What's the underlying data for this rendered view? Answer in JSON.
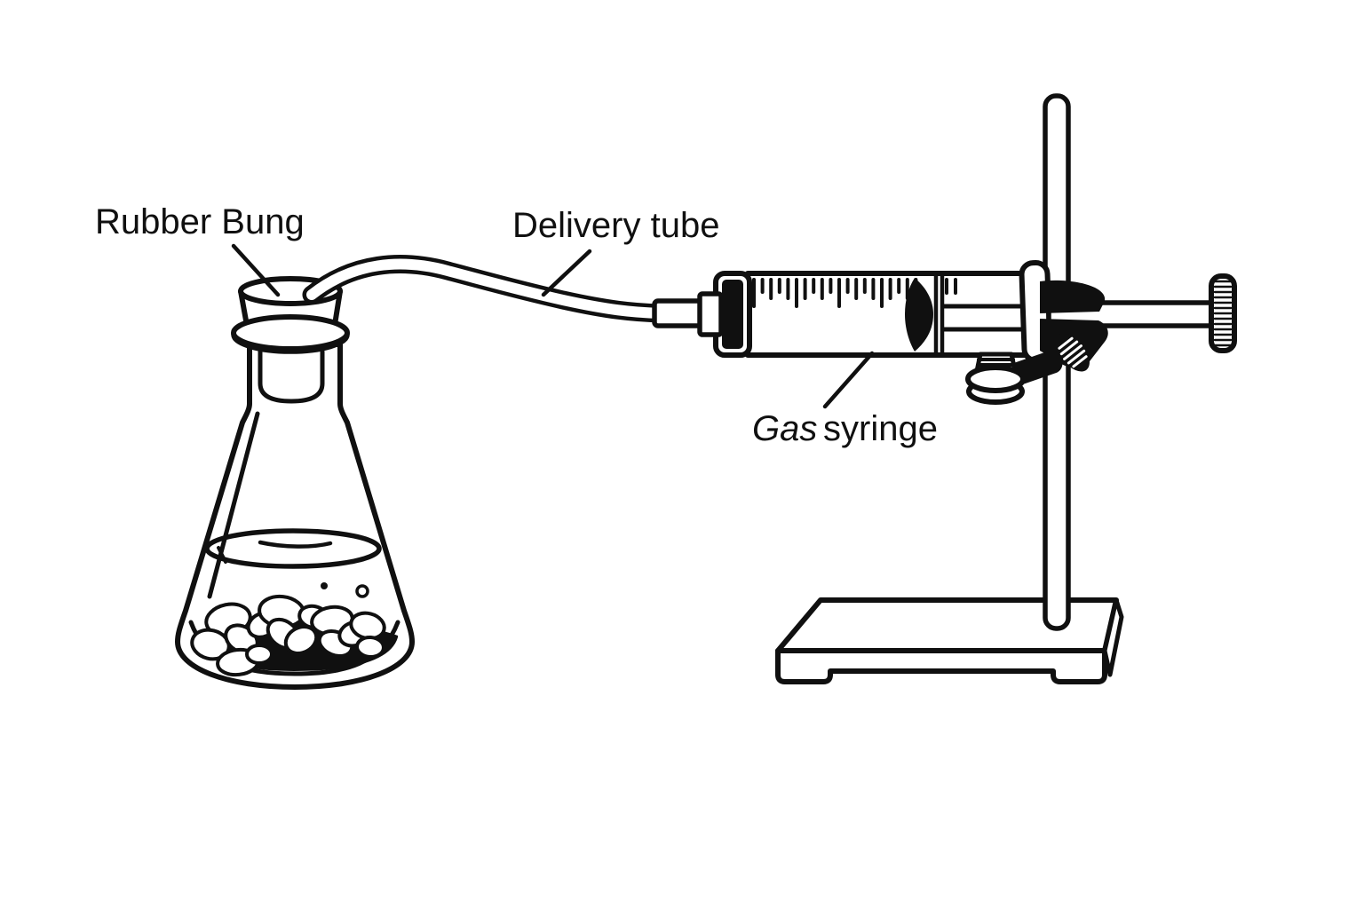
{
  "colors": {
    "ink": "#101010",
    "paper": "#ffffff"
  },
  "diagram": {
    "labels": {
      "rubber_bung": "Rubber Bung",
      "delivery_tube": "Delivery tube",
      "gas_word": "Gas",
      "syringe_word": "syringe"
    },
    "syringe_scale": {
      "main_tick_count": 20
    }
  }
}
